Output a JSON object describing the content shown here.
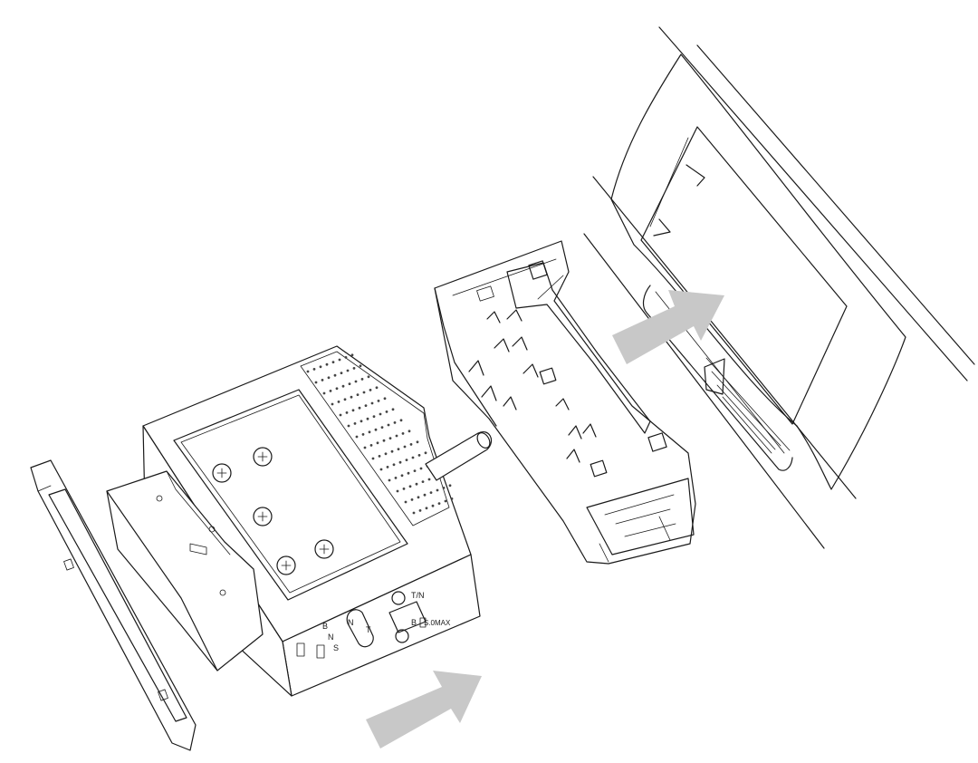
{
  "figure": {
    "labels": {
      "adjust_top": "B",
      "adjust_mid": "N",
      "adjust_bot": "S",
      "adjust_t": "T",
      "adjust_b": "B",
      "left_n": "N",
      "right_tn": "T/N",
      "rating": "S.0MAX"
    },
    "colors": {
      "arrow": "#c8c8c8",
      "line": "#1a1a1a",
      "background": "#ffffff"
    }
  }
}
